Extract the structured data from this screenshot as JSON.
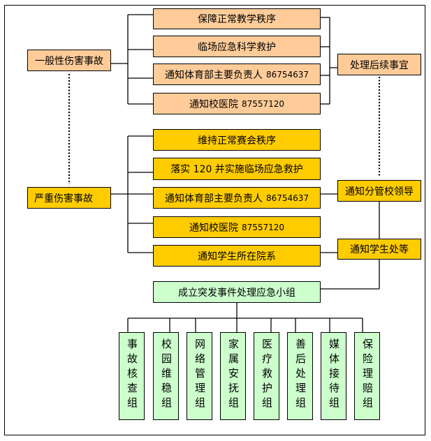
{
  "colors": {
    "general": "#FFCC99",
    "serious": "#FFCC00",
    "team": "#CCFFCC",
    "line": "#000000"
  },
  "general": {
    "title": "一般性伤害事故",
    "steps": [
      {
        "label": "保障正常教学秩序",
        "phone": ""
      },
      {
        "label": "临场应急科学救护",
        "phone": ""
      },
      {
        "label": "通知体育部主要负责人",
        "phone": "86754637"
      },
      {
        "label": "通知校医院",
        "phone": "87557120"
      }
    ],
    "followup": "处理后续事宜"
  },
  "serious": {
    "title": "严重伤害事故",
    "steps": [
      {
        "label": "维持正常赛会秩序",
        "phone": ""
      },
      {
        "label": "落实 120 并实施临场应急救护",
        "phone": ""
      },
      {
        "label": "通知体育部主要负责人",
        "phone": "86754637"
      },
      {
        "label": "通知校医院",
        "phone": "87557120"
      },
      {
        "label": "通知学生所在院系",
        "phone": ""
      }
    ],
    "notify_leader": "通知分管校领导",
    "notify_student_office": "通知学生处等"
  },
  "emergency": {
    "title": "成立突发事件处理应急小组",
    "teams": [
      "事故核查组",
      "校园维稳组",
      "网络管理组",
      "家属安抚组",
      "医疗救护组",
      "善后处理组",
      "媒体接待组",
      "保险理赔组"
    ]
  }
}
